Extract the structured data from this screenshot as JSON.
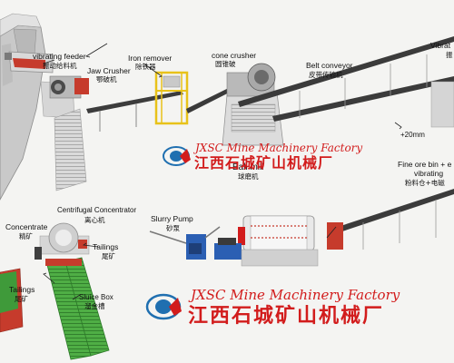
{
  "labels": {
    "vibrating_feeder": {
      "en": "vibrating feeder",
      "cn": "振动给料机"
    },
    "jaw_crusher": {
      "en": "Jaw Crusher",
      "cn": "鄂破机"
    },
    "iron_remover": {
      "en": "Iron remover",
      "cn": "除铁器"
    },
    "cone_crusher": {
      "en": "cone crusher",
      "cn": "圆锥破"
    },
    "belt_conveyor": {
      "en": "Belt conveyor",
      "cn": "皮带传输机"
    },
    "vibrating_right": {
      "en": "Vibrat",
      "cn": "振"
    },
    "size_note": "+20mm",
    "ball_mill": {
      "en": "Ball mill",
      "cn": "球磨机"
    },
    "fine_ore_bin": {
      "en": "Fine ore bin + e",
      "en2": "vibrating",
      "cn": "粉料仓+电磁"
    },
    "centrifugal": {
      "en": "Centrifugal Concentrator",
      "cn": "离心机"
    },
    "concentrate": {
      "en": "Concentrate",
      "cn": "精矿"
    },
    "tailings_1": {
      "en": "Tailings",
      "cn": "尾矿"
    },
    "slurry_pump": {
      "en": "Slurry Pump",
      "cn": "砂泵"
    },
    "tailings_2": {
      "en": "Tailings",
      "cn": "尾矿"
    },
    "sluice_box": {
      "en": "Sluice Box",
      "cn": "溜金槽"
    }
  },
  "watermark": {
    "en": "JXSC Mine Machinery Factory",
    "cn": "江西石城矿山机械厂"
  },
  "colors": {
    "watermark_red": "#d21c1c",
    "logo_blue": "#1f6fb0",
    "machine_red": "#c63b2c",
    "sluice_green": "#3f9a3a",
    "frame_yellow": "#e8c21a",
    "pump_blue": "#2b5fb3"
  }
}
